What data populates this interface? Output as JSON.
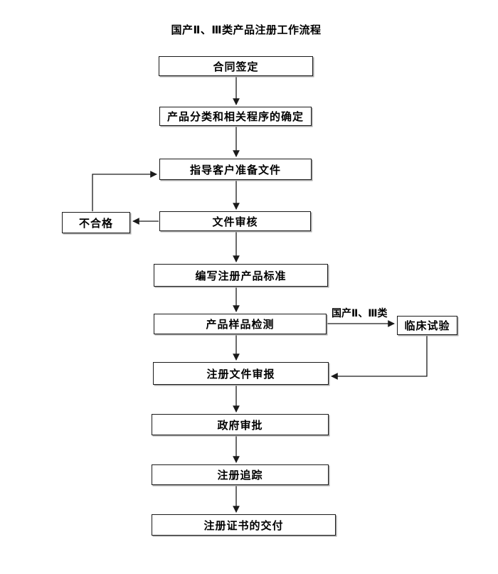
{
  "flowchart": {
    "title": "国产Ⅱ、Ⅲ类产品注册工作流程",
    "nodes": {
      "contract_signing": {
        "label": "合同签定"
      },
      "product_classification": {
        "label": "产品分类和相关程序的确定"
      },
      "guide_client_docs": {
        "label": "指导客户准备文件"
      },
      "document_review": {
        "label": "文件审核"
      },
      "unqualified": {
        "label": "不合格"
      },
      "write_product_standard": {
        "label": "编写注册产品标准"
      },
      "product_sample_testing": {
        "label": "产品样品检测"
      },
      "clinical_trial": {
        "label": "临床试验"
      },
      "registration_submission": {
        "label": "注册文件审报"
      },
      "government_approval": {
        "label": "政府审批"
      },
      "registration_tracking": {
        "label": "注册追踪"
      },
      "certificate_delivery": {
        "label": "注册证书的交付"
      }
    },
    "edge_labels": {
      "domestic_class_23": "国产Ⅱ、Ⅲ类"
    },
    "edges": [
      {
        "from": "合同签定",
        "to": "产品分类和相关程序的确定"
      },
      {
        "from": "产品分类和相关程序的确定",
        "to": "指导客户准备文件"
      },
      {
        "from": "指导客户准备文件",
        "to": "文件审核"
      },
      {
        "from": "文件审核",
        "to": "不合格"
      },
      {
        "from": "不合格",
        "to": "指导客户准备文件"
      },
      {
        "from": "文件审核",
        "to": "编写注册产品标准"
      },
      {
        "from": "编写注册产品标准",
        "to": "产品样品检测"
      },
      {
        "from": "产品样品检测",
        "to": "临床试验",
        "label": "国产Ⅱ、Ⅲ类"
      },
      {
        "from": "临床试验",
        "to": "注册文件审报"
      },
      {
        "from": "产品样品检测",
        "to": "注册文件审报"
      },
      {
        "from": "注册文件审报",
        "to": "政府审批"
      },
      {
        "from": "政府审批",
        "to": "注册追踪"
      },
      {
        "from": "注册追踪",
        "to": "注册证书的交付"
      }
    ],
    "colors": {
      "line": "#1a1a1a",
      "box_border": "#1a1a1a",
      "box_fill": "#ffffff",
      "text": "#000000",
      "background": "#ffffff"
    }
  }
}
